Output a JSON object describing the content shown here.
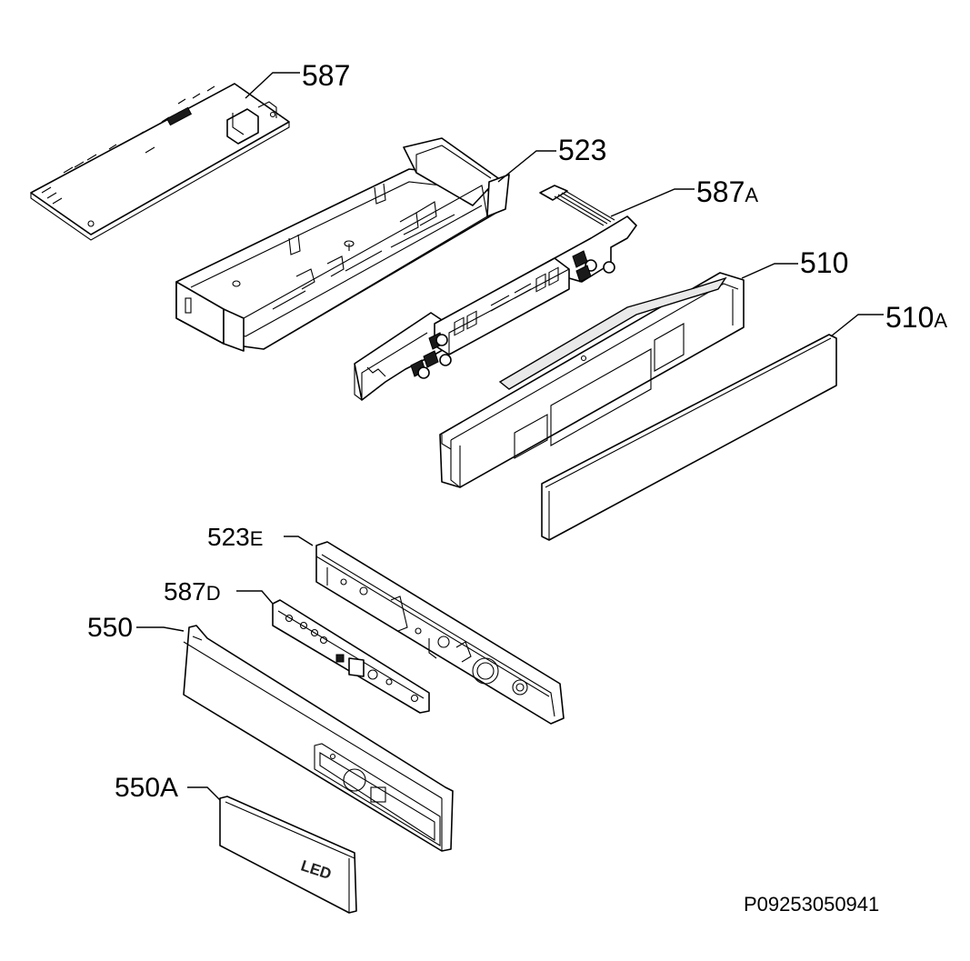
{
  "diagram": {
    "reference": "P09253050941",
    "labels": [
      {
        "id": "587",
        "num": "587",
        "suffix": ""
      },
      {
        "id": "523",
        "num": "523",
        "suffix": ""
      },
      {
        "id": "587A",
        "num": "587",
        "suffix": "A"
      },
      {
        "id": "510",
        "num": "510",
        "suffix": ""
      },
      {
        "id": "510A",
        "num": "510",
        "suffix": "A"
      },
      {
        "id": "523E",
        "num": "523",
        "suffix": "E"
      },
      {
        "id": "587D",
        "num": "587",
        "suffix": "D"
      },
      {
        "id": "550",
        "num": "550",
        "suffix": ""
      },
      {
        "id": "550A",
        "num": "550A",
        "suffix": ""
      }
    ],
    "cover_marking": "LED"
  }
}
